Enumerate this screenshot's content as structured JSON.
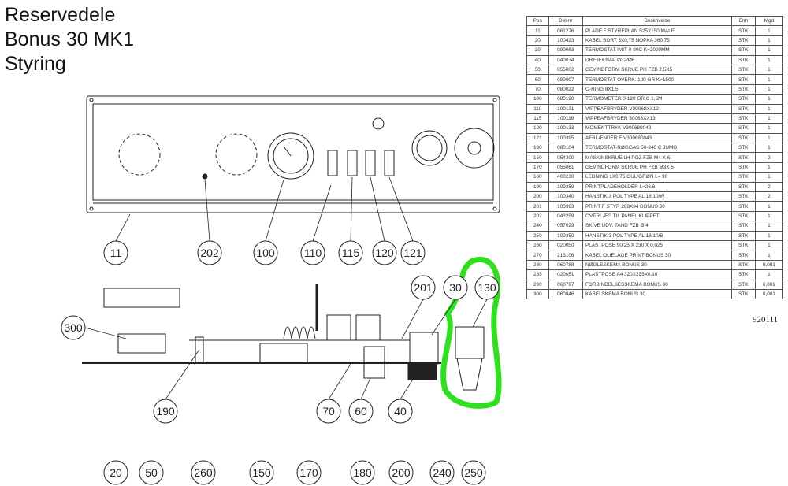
{
  "title": [
    "Reservedele",
    "Bonus 30 MK1",
    "Styring"
  ],
  "table": {
    "headers": [
      "Pos",
      "Del-nr",
      "Beskrivelse",
      "Enh",
      "Mgd"
    ],
    "rows": [
      [
        "11",
        "061276",
        "PLADE F STYREPLAN 525X150 MALE",
        "STK",
        "1"
      ],
      [
        "20",
        "100423",
        "KABEL SORT 3X0,75 NOPKA 360,75",
        "STK",
        "1"
      ],
      [
        "30",
        "080063",
        "TERMOSTAT IMIT 0-90C K=2000MM",
        "STK",
        "1"
      ],
      [
        "40",
        "040074",
        "DREJEKNAP Ø32/Ø6",
        "STK",
        "1"
      ],
      [
        "50",
        "055002",
        "GEVINDFORM SKRUE PH FZB 2,5X5",
        "STK",
        "1"
      ],
      [
        "60",
        "080007",
        "TERMOSTAT OVERK. 100 GR K=1500",
        "STK",
        "1"
      ],
      [
        "70",
        "080022",
        "O-RING 8X1,5",
        "STK",
        "1"
      ],
      [
        "100",
        "080120",
        "TERMOMETER 0-120 GR.C 1,5M",
        "STK",
        "1"
      ],
      [
        "110",
        "100131",
        "VIPPEAFBRYDER V30068XX12",
        "STK",
        "1"
      ],
      [
        "115",
        "100119",
        "VIPPEAFBRYDER 30068XX13",
        "STK",
        "1"
      ],
      [
        "120",
        "100133",
        "MOMENTTRYK V300680043",
        "STK",
        "1"
      ],
      [
        "121",
        "100395",
        "AFBLÆNDER F V300680043",
        "STK",
        "1"
      ],
      [
        "130",
        "080104",
        "TERMOSTAT-RØGGAS 50-340 C JUMO",
        "STK",
        "1"
      ],
      [
        "150",
        "054200",
        "MASKINSKRUE LH POZ FZB M4 X 6",
        "STK",
        "2"
      ],
      [
        "170",
        "055061",
        "GEVINDFORM SKRUE PH FZB M3X 5",
        "STK",
        "1"
      ],
      [
        "180",
        "400230",
        "LEDNING 1X0.75 GUL/GRØN L= 90",
        "STK",
        "1"
      ],
      [
        "190",
        "100359",
        "PRINTPLADEHOLDER L=26.6",
        "STK",
        "2"
      ],
      [
        "200",
        "100340",
        "HANSTIK 3 POL TYPE AL 18.10/W",
        "STK",
        "2"
      ],
      [
        "201",
        "100393",
        "PRINT F STYR 268X84 BONUS 30",
        "STK",
        "1"
      ],
      [
        "202",
        "043259",
        "OVERLÆG TIL PANEL KLIPPET",
        "STK",
        "1"
      ],
      [
        "240",
        "057029",
        "SKIVE UDV. TAND FZB Ø 4",
        "STK",
        "1"
      ],
      [
        "250",
        "100350",
        "HANSTIK 3 POL TYPE AL 18.10/B",
        "STK",
        "1"
      ],
      [
        "260",
        "020050",
        "PLASTPOSE 90/25 X 230 X 0,025",
        "STK",
        "1"
      ],
      [
        "270",
        "213106",
        "KABEL OLIELÅGE PRINT BONUS 30",
        "STK",
        "1"
      ],
      [
        "280",
        "060788",
        "NØGLESKEMA BONUS 30",
        "STK",
        "0,001"
      ],
      [
        "285",
        "020051",
        "PLASTPOSE A4 320X235X0,10",
        "STK",
        "1"
      ],
      [
        "290",
        "060767",
        "FORBINDELSESSKEMA BONUS 30",
        "STK",
        "0,001"
      ],
      [
        "300",
        "060846",
        "KABELSKEMA BONUS 30",
        "STK",
        "0,001"
      ]
    ],
    "doc_number": "920111"
  },
  "callouts": [
    "11",
    "202",
    "100",
    "110",
    "115",
    "120",
    "121",
    "201",
    "30",
    "130",
    "300",
    "190",
    "70",
    "60",
    "40",
    "20",
    "50",
    "260",
    "150",
    "170",
    "180",
    "200",
    "240",
    "250"
  ],
  "highlight_color": "#33dd22"
}
